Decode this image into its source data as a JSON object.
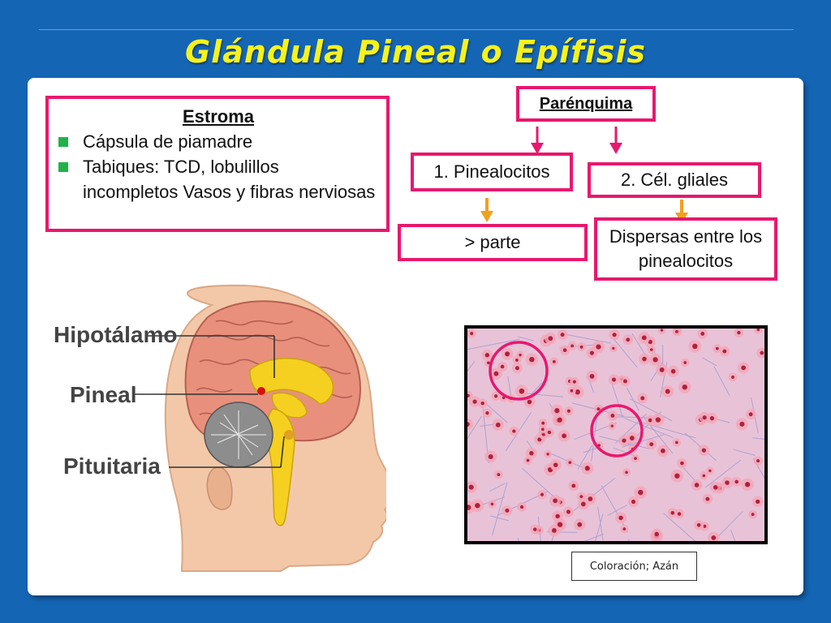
{
  "title": "Glándula Pineal o Epífisis",
  "estroma": {
    "heading": "Estroma",
    "items": [
      "Cápsula de piamadre",
      "Tabiques: TCD, lobulillos incompletos   Vasos  y fibras nerviosas"
    ]
  },
  "parenquima": {
    "heading": "Parénquima",
    "pinealocitos": "1. Pinealocitos",
    "pinealocitos_detail": "> parte",
    "gliales": "2. Cél. gliales",
    "gliales_detail": "Dispersas entre los pinealocitos"
  },
  "head_labels": {
    "hipotalamo": "Hipotálamo",
    "pineal": "Pineal",
    "pituitaria": "Pituitaria"
  },
  "caption": "Coloración; Azán",
  "colors": {
    "background": "#1565b5",
    "title": "#f7f21a",
    "box_border": "#e8186e",
    "bullet": "#22b14c",
    "arrow_pink": "#e8186e",
    "arrow_orange": "#f2a020"
  }
}
